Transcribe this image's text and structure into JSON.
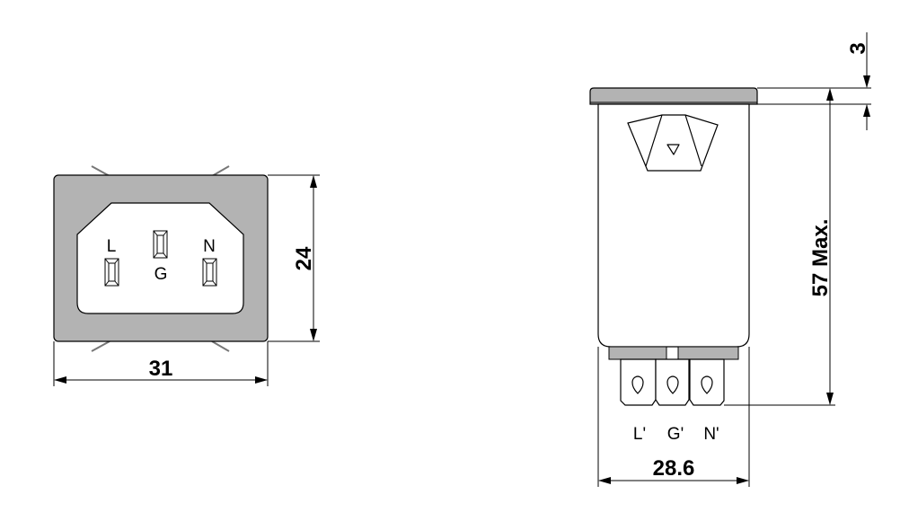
{
  "colors": {
    "housing_gray": "#b3b3b3",
    "line": "#000000",
    "background": "#ffffff"
  },
  "front_view": {
    "pin_labels": {
      "line": "L",
      "ground": "G",
      "neutral": "N"
    },
    "dimensions": {
      "width": "31",
      "height": "24"
    }
  },
  "side_view": {
    "terminal_labels": {
      "line": "L'",
      "ground": "G'",
      "neutral": "N'"
    },
    "dimensions": {
      "flange_thickness": "3",
      "overall_height": "57 Max.",
      "body_width": "28.6"
    }
  }
}
